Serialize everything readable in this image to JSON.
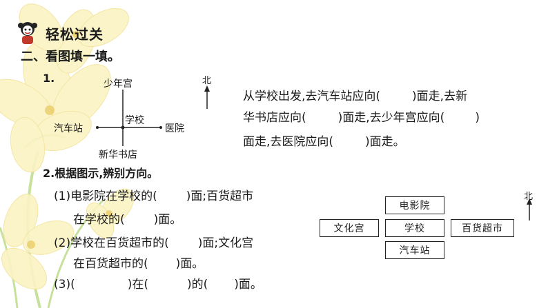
{
  "header": {
    "section_title": "轻松过关",
    "subtitle": "二、看图填一填。"
  },
  "q1": {
    "number": "1.",
    "map": {
      "north": "少年宫",
      "center": "学校",
      "west": "汽车站",
      "east": "医院",
      "south": "新华书店"
    },
    "compass_label": "北",
    "lines": [
      {
        "t1": "从学校出发,去汽车站应向(",
        "t2": ")面走,去新"
      },
      {
        "t1": "华书店应向(",
        "t2": ")面走,去少年宫应向(",
        "t3": ")"
      },
      {
        "t1": "面走,去医院应向(",
        "t2": ")面走。"
      }
    ]
  },
  "q2": {
    "title": "2.根据图示,辨别方向。",
    "items": [
      {
        "t1": "(1)电影院在学校的(",
        "t2": ")面;百货超市"
      },
      {
        "t1": "在学校的(",
        "t2": ")面。"
      },
      {
        "t1": "(2)学校在百货超市的(",
        "t2": ")面;文化宫"
      },
      {
        "t1": "在百货超市的(",
        "t2": ")面。"
      },
      {
        "t1": "(3)(",
        "t2": ")在(",
        "t3": ")的(",
        "t4": ")面。"
      }
    ],
    "boxes": {
      "top": "电影院",
      "left": "文化宫",
      "center": "学校",
      "right": "百货超市",
      "bottom": "汽车站"
    },
    "compass_label": "北"
  },
  "colors": {
    "petal": "#fbf3c4",
    "petal_edge": "#f3e39a",
    "stem": "#b9d989",
    "flower_center": "#e0b84a"
  }
}
